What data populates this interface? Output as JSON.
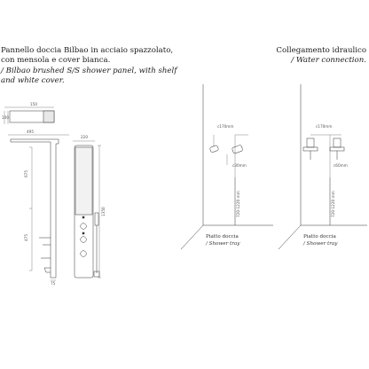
{
  "product": {
    "title_it_line1": "Pannello doccia Bilbao in acciaio spazzolato,",
    "title_it_line2": "con mensola e cover bianca.",
    "title_en_line1": "/ Bilbao brushed S/S shower panel, with shelf",
    "title_en_line2": "and white cover."
  },
  "connection": {
    "title_it": "Collegamento idraulico",
    "title_en": "/ Water connection."
  },
  "dimensions": {
    "d150": "150",
    "d100": "100",
    "d495": "495",
    "d220": "220",
    "d675": "675",
    "d475": "475",
    "d75": "75",
    "d1350": "1350"
  },
  "connection_left": {
    "d170": "c170mm",
    "d30": "c30mm",
    "height": "720-1220 mm",
    "tray_it": "Piatto doccia",
    "tray_en": "/ Shower tray"
  },
  "connection_right": {
    "d170": "c170mm",
    "d60": "c60mm",
    "height": "720-1220 mm",
    "tray_it": "Piatto doccia",
    "tray_en": "/ Shower tray"
  }
}
